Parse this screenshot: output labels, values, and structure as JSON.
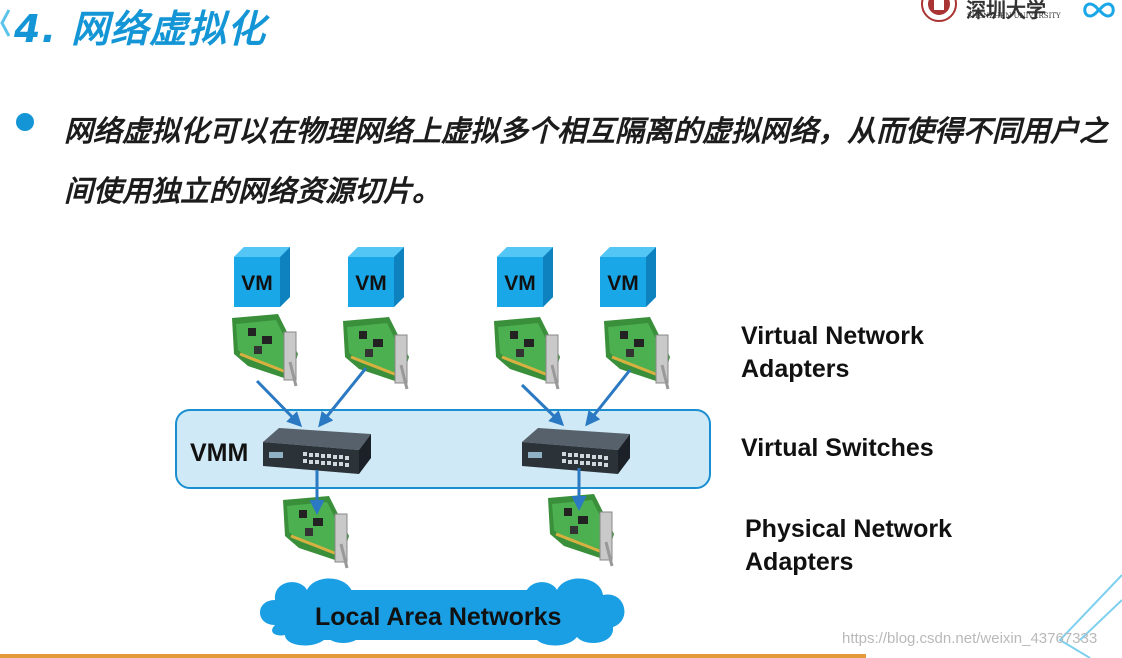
{
  "slide": {
    "title": "4. 网络虚拟化",
    "bullet": "网络虚拟化可以在物理网络上虚拟多个相互隔离的虚拟网络，从而使得不同用户之间使用独立的网络资源切片。"
  },
  "logo": {
    "name_cn": "深圳大学",
    "name_en": "SHENZHEN UNIVERSITY"
  },
  "diagram": {
    "vms": [
      "VM",
      "VM",
      "VM",
      "VM"
    ],
    "vmm_label": "VMM",
    "lan_label": "Local Area Networks",
    "labels": {
      "virtual_adapters": "Virtual Network Adapters",
      "virtual_switches": "Virtual Switches",
      "physical_adapters": "Physical Network Adapters"
    }
  },
  "watermark": "https://blog.csdn.net/weixin_43767333",
  "colors": {
    "accent": "#1496d6",
    "vm_cube": "#1aa7e8",
    "vmm_box": "#cfe9f6",
    "arrow": "#2b79c2",
    "cloud": "#1a9ee4",
    "bottom_rule": "#e59a3a"
  }
}
